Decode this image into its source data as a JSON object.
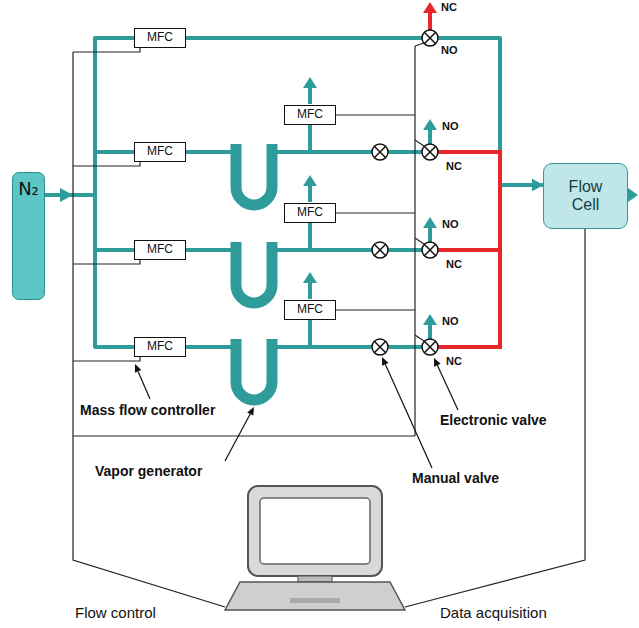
{
  "diagram": {
    "nodes": [
      {
        "text": [
          "N₂"
        ]
      },
      {
        "text": [
          "MFC"
        ]
      },
      {
        "text": [
          "MFC"
        ]
      },
      {
        "text": [
          "MFC"
        ]
      },
      {
        "text": [
          "MFC"
        ]
      },
      {
        "text": [
          "MFC"
        ]
      },
      {
        "text": [
          "MFC"
        ]
      },
      {
        "text": [
          "MFC"
        ]
      },
      {
        "text": [
          "Flow Cell"
        ]
      }
    ],
    "edges": [
      {
        "from": 0,
        "to": 1,
        "arrow": "none"
      },
      {
        "from": 0,
        "to": 3,
        "arrow": "none"
      },
      {
        "from": 0,
        "to": 5,
        "arrow": "none"
      },
      {
        "from": 0,
        "to": 7,
        "arrow": "none"
      },
      {
        "from": 3,
        "to": 2,
        "arrow": "none"
      },
      {
        "from": 5,
        "to": 4,
        "arrow": "none"
      },
      {
        "from": 7,
        "to": 6,
        "arrow": "none"
      },
      {
        "from": 1,
        "to": 8,
        "arrow": "to"
      },
      {
        "from": 3,
        "to": 8,
        "arrow": "to"
      },
      {
        "from": 5,
        "to": 8,
        "arrow": "to"
      },
      {
        "from": 7,
        "to": 8,
        "arrow": "to"
      }
    ],
    "labels": [
      "NC",
      "NO",
      "NO",
      "NC",
      "NO",
      "NC",
      "NO",
      "NC",
      "Mass flow controller",
      "Vapor generator",
      "Manual valve",
      "Electronic valve",
      "Flow control",
      "Data acquisition"
    ]
  }
}
